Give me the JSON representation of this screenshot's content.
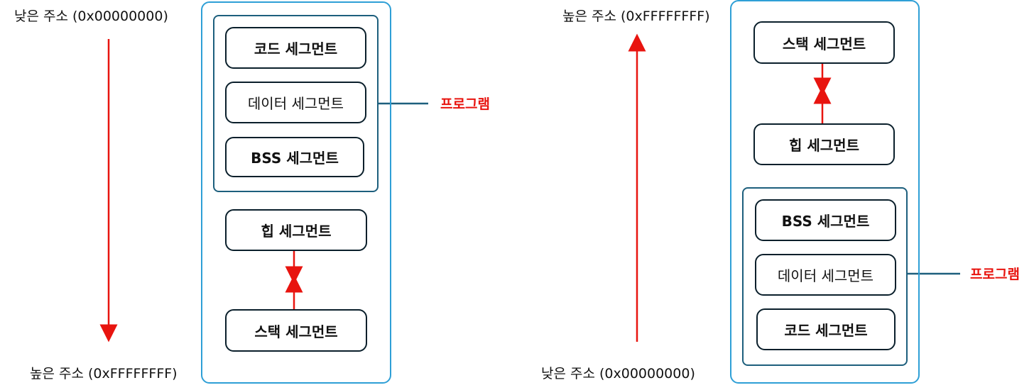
{
  "left": {
    "top_address": "낮은 주소 (0x00000000)",
    "bottom_address": "높은 주소 (0xFFFFFFFF)",
    "segments": {
      "code": "코드 세그먼트",
      "data": "데이터 세그먼트",
      "bss": "BSS 세그먼트",
      "heap": "힙 세그먼트",
      "stack": "스택 세그먼트"
    },
    "program_label": "프로그램"
  },
  "right": {
    "top_address": "높은 주소 (0xFFFFFFFF)",
    "bottom_address": "낮은 주소 (0x00000000)",
    "segments": {
      "stack": "스택 세그먼트",
      "heap": "힙 세그먼트",
      "bss": "BSS 세그먼트",
      "data": "데이터 세그먼트",
      "code": "코드 세그먼트"
    },
    "program_label": "프로그램"
  },
  "colors": {
    "arrow": "#e8140f",
    "outer_border": "#2e9fd6",
    "group_border": "#1d5f7d",
    "segment_border": "#0a1f2b"
  }
}
